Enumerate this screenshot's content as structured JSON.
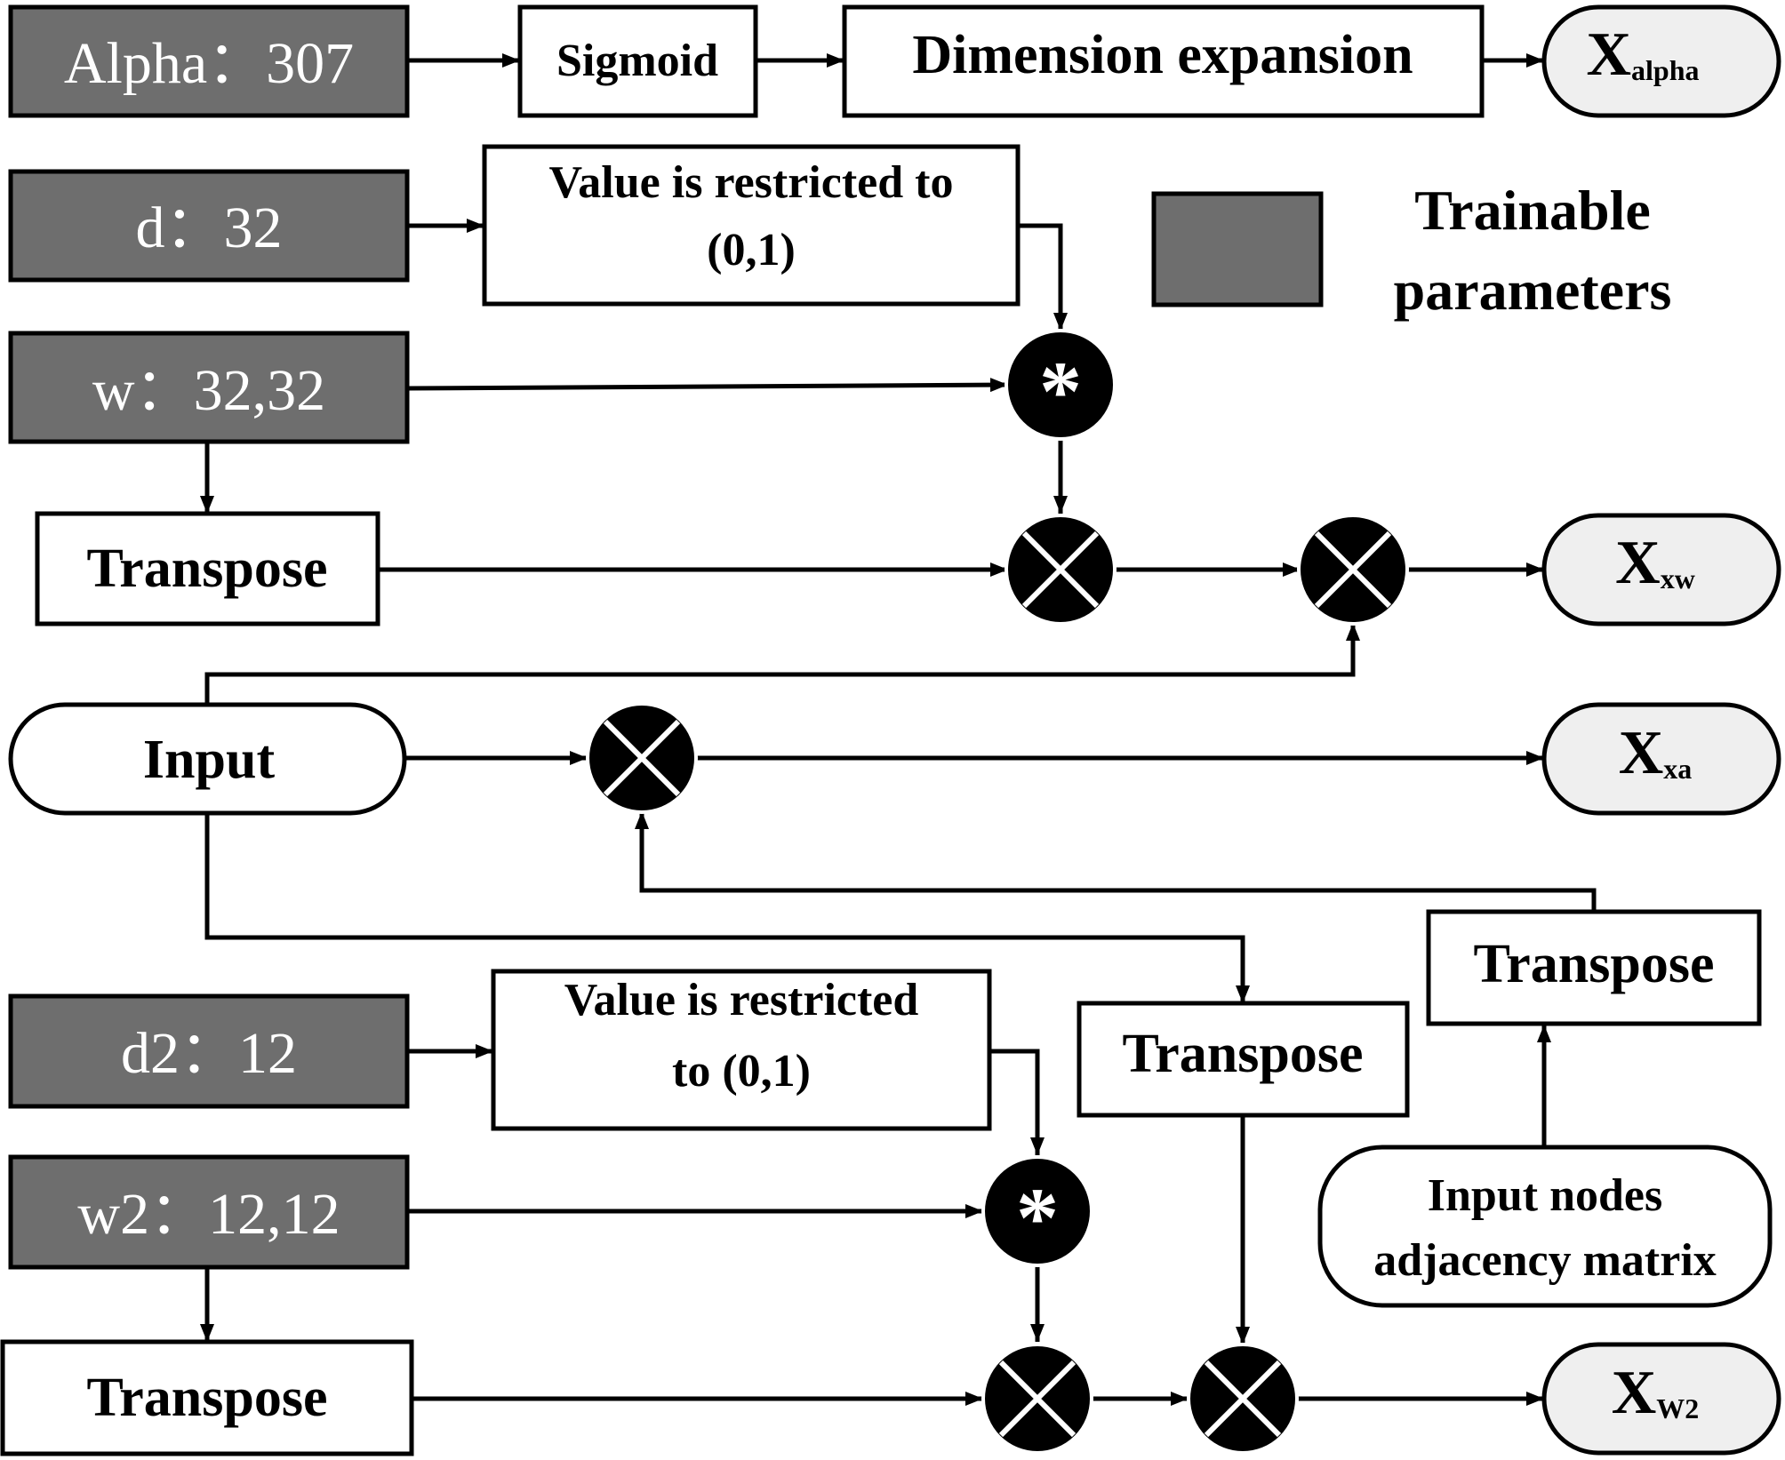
{
  "params": {
    "alpha": "Alpha：307",
    "d": "d：32",
    "w": "w：32,32",
    "d2": "d2：12",
    "w2": "w2：12,12"
  },
  "boxes": {
    "sigmoid": "Sigmoid",
    "dimension_expansion": "Dimension expansion",
    "restrict_d_line1": "Value is restricted to",
    "restrict_d_line2": "(0,1)",
    "restrict_d2_line1": "Value is restricted",
    "restrict_d2_line2": "to  (0,1)",
    "transpose_w": "Transpose",
    "transpose_w2": "Transpose",
    "transpose_input": "Transpose",
    "transpose_adj": "Transpose"
  },
  "nodes": {
    "input": "Input",
    "adjacency_line1": "Input nodes",
    "adjacency_line2": "adjacency matrix"
  },
  "outputs": {
    "alpha": {
      "main": "X",
      "sub": "alpha"
    },
    "xw": {
      "main": "X",
      "sub": "xw"
    },
    "xa": {
      "main": "X",
      "sub": "xa"
    },
    "w2": {
      "main": "X",
      "sub": "W2"
    }
  },
  "legend": {
    "line1": "Trainable",
    "line2": "parameters"
  },
  "operators": {
    "elementwise_symbol": "*"
  },
  "colors": {
    "param_fill": "#6e6e6e",
    "output_fill": "#efefef",
    "operator_fill": "#000000"
  }
}
